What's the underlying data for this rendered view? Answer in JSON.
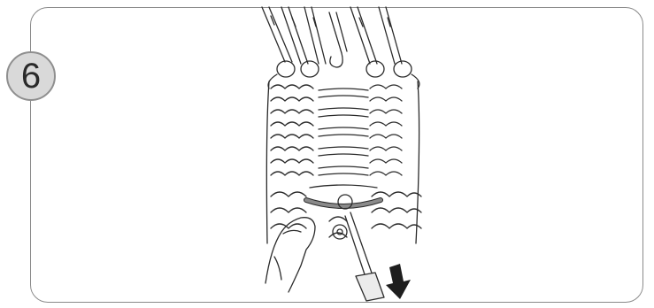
{
  "step": {
    "number": "6"
  },
  "colors": {
    "outline": "#2b2b2b",
    "badge": "#d9d9d9",
    "highlight_loop": "#8a8a8a"
  },
  "icons": [
    "step-badge",
    "knitting-illustration",
    "latch-hook-icon",
    "down-arrow-icon",
    "hand-icon"
  ]
}
